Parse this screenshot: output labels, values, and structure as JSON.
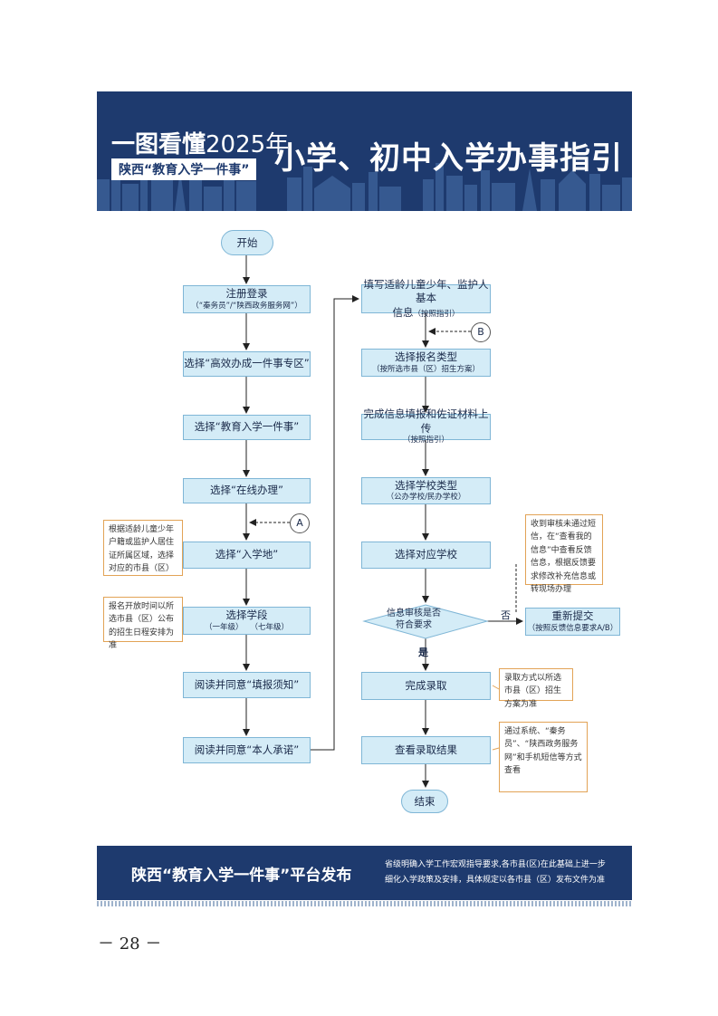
{
  "header": {
    "line1_prefix": "一图看懂",
    "line1_year": "2025年",
    "tag": "陕西“教育入学一件事”",
    "main_title": "小学、初中入学办事指引"
  },
  "flow": {
    "start": "开始",
    "end": "结束",
    "steps_left": [
      {
        "main": "注册登录",
        "sub": "（“秦务员”/“陕西政务服务网”）"
      },
      {
        "main": "选择“高效办成一件事专区”",
        "sub": ""
      },
      {
        "main": "选择“教育入学一件事”",
        "sub": ""
      },
      {
        "main": "选择“在线办理”",
        "sub": ""
      },
      {
        "main": "选择“入学地”",
        "sub": ""
      },
      {
        "main": "选择学段",
        "sub": "（一年级）   （七年级）"
      },
      {
        "main": "阅读并同意“填报须知”",
        "sub": ""
      },
      {
        "main": "阅读并同意“本人承诺”",
        "sub": ""
      }
    ],
    "steps_right": [
      {
        "main": "填写适龄儿童少年、监护人基本",
        "main2": "信息",
        "sub": "（按照指引）"
      },
      {
        "main": "选择报名类型",
        "sub": "（按所选市县（区）招生方案）"
      },
      {
        "main": "完成信息填报和佐证材料上传",
        "sub": "（按照指引）"
      },
      {
        "main": "选择学校类型",
        "sub": "（公办学校/民办学校）"
      },
      {
        "main": "选择对应学校",
        "sub": ""
      },
      {
        "main": "完成录取",
        "sub": ""
      },
      {
        "main": "查看录取结果",
        "sub": ""
      }
    ],
    "decision": {
      "line1": "信息审核是否",
      "line2": "符合要求",
      "yes": "是",
      "no": "否"
    },
    "resubmit": {
      "main": "重新提交",
      "sub": "（按照反馈信息要求A/B）"
    },
    "connector_a": "A",
    "connector_b": "B",
    "notes": {
      "region": "根据适龄儿童少年户籍或监护人居住证所属区域，选择对应的市县（区）",
      "schedule": "报名开放时间以所选市县（区）公布的招生日程安排为准",
      "fail": "收到审核未通过短信，在“查看我的信息”中查看反馈信息，根据反馈要求修改补充信息或转现场办理",
      "admission": "录取方式以所选市县（区）招生方案为准",
      "result": "通过系统、“秦务员”、“陕西政务服务网”和手机短信等方式查看"
    }
  },
  "footer": {
    "title": "陕西“教育入学一件事”平台发布",
    "note_line1": "省级明确入学工作宏观指导要求,各市县(区)在此基础上进一步",
    "note_line2": "细化入学政策及安排，具体规定以各市县（区）发布文件为准"
  },
  "page_number": "－ 28 －",
  "colors": {
    "navy": "#1e3a6e",
    "box_fill": "#d4ecf7",
    "box_border": "#7fb6d6",
    "note_border": "#e2a356"
  }
}
